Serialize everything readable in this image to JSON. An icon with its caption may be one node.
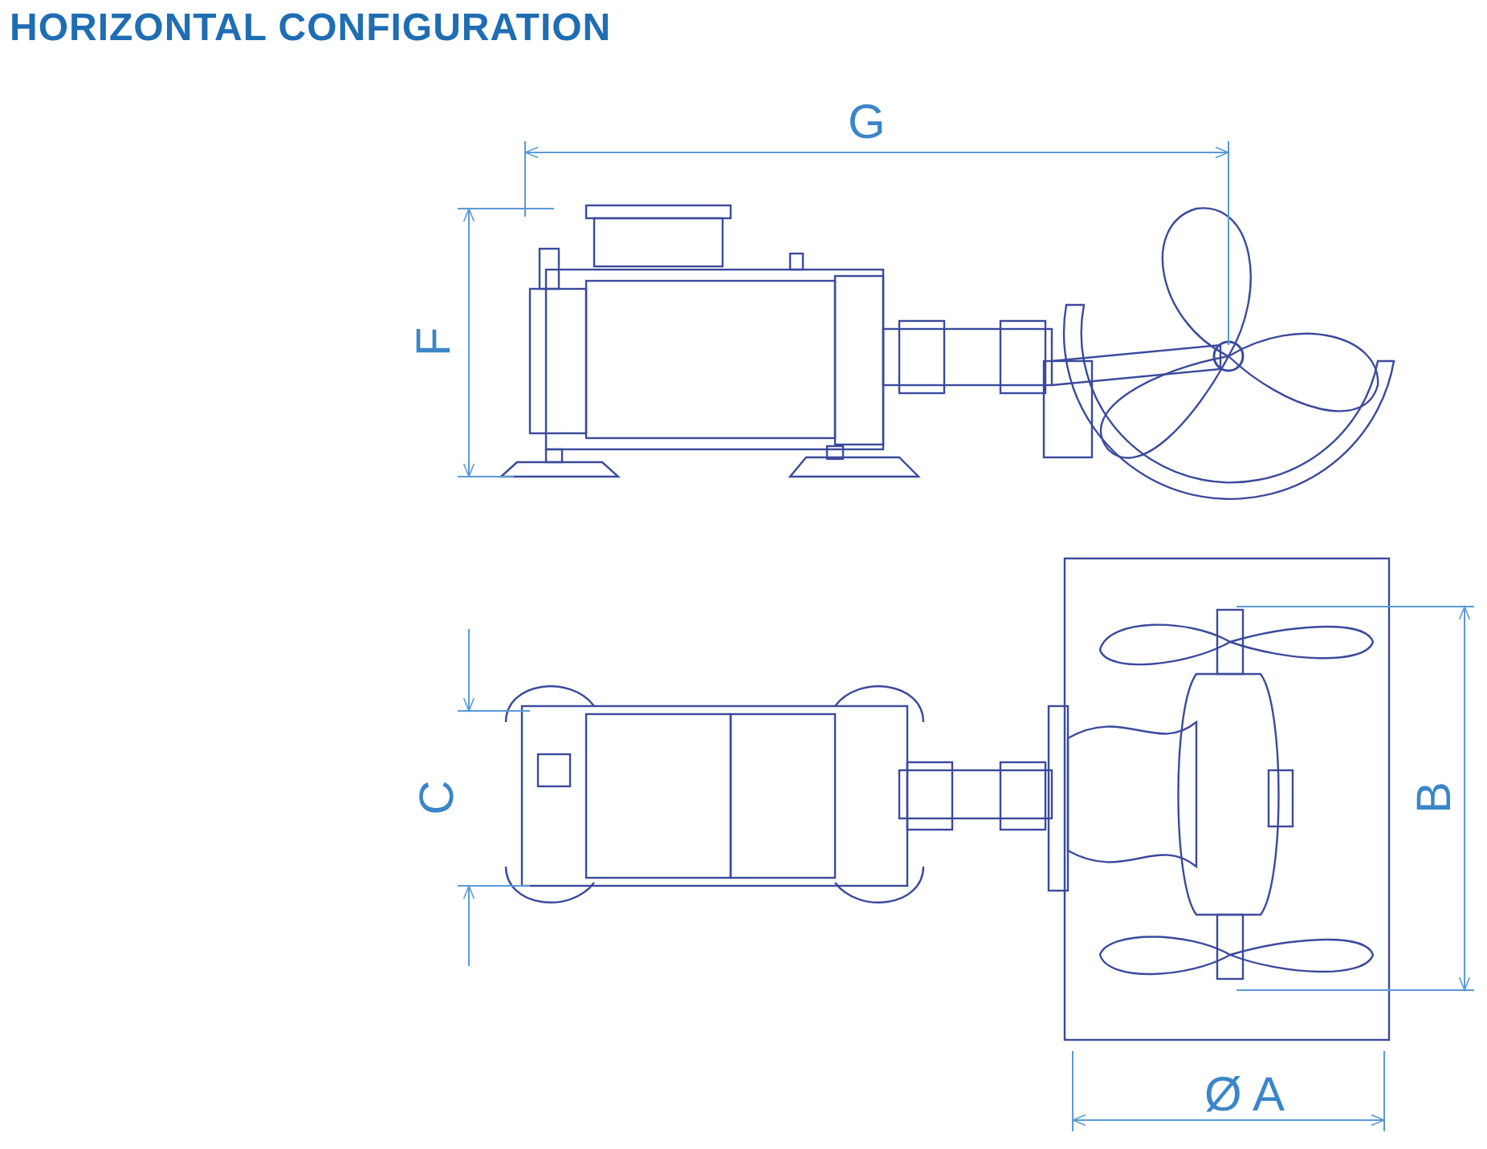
{
  "diagram": {
    "title": "HORIZONTAL CONFIGURATION",
    "labels": [
      "G",
      "F",
      "C",
      "B",
      "Ø A"
    ]
  }
}
